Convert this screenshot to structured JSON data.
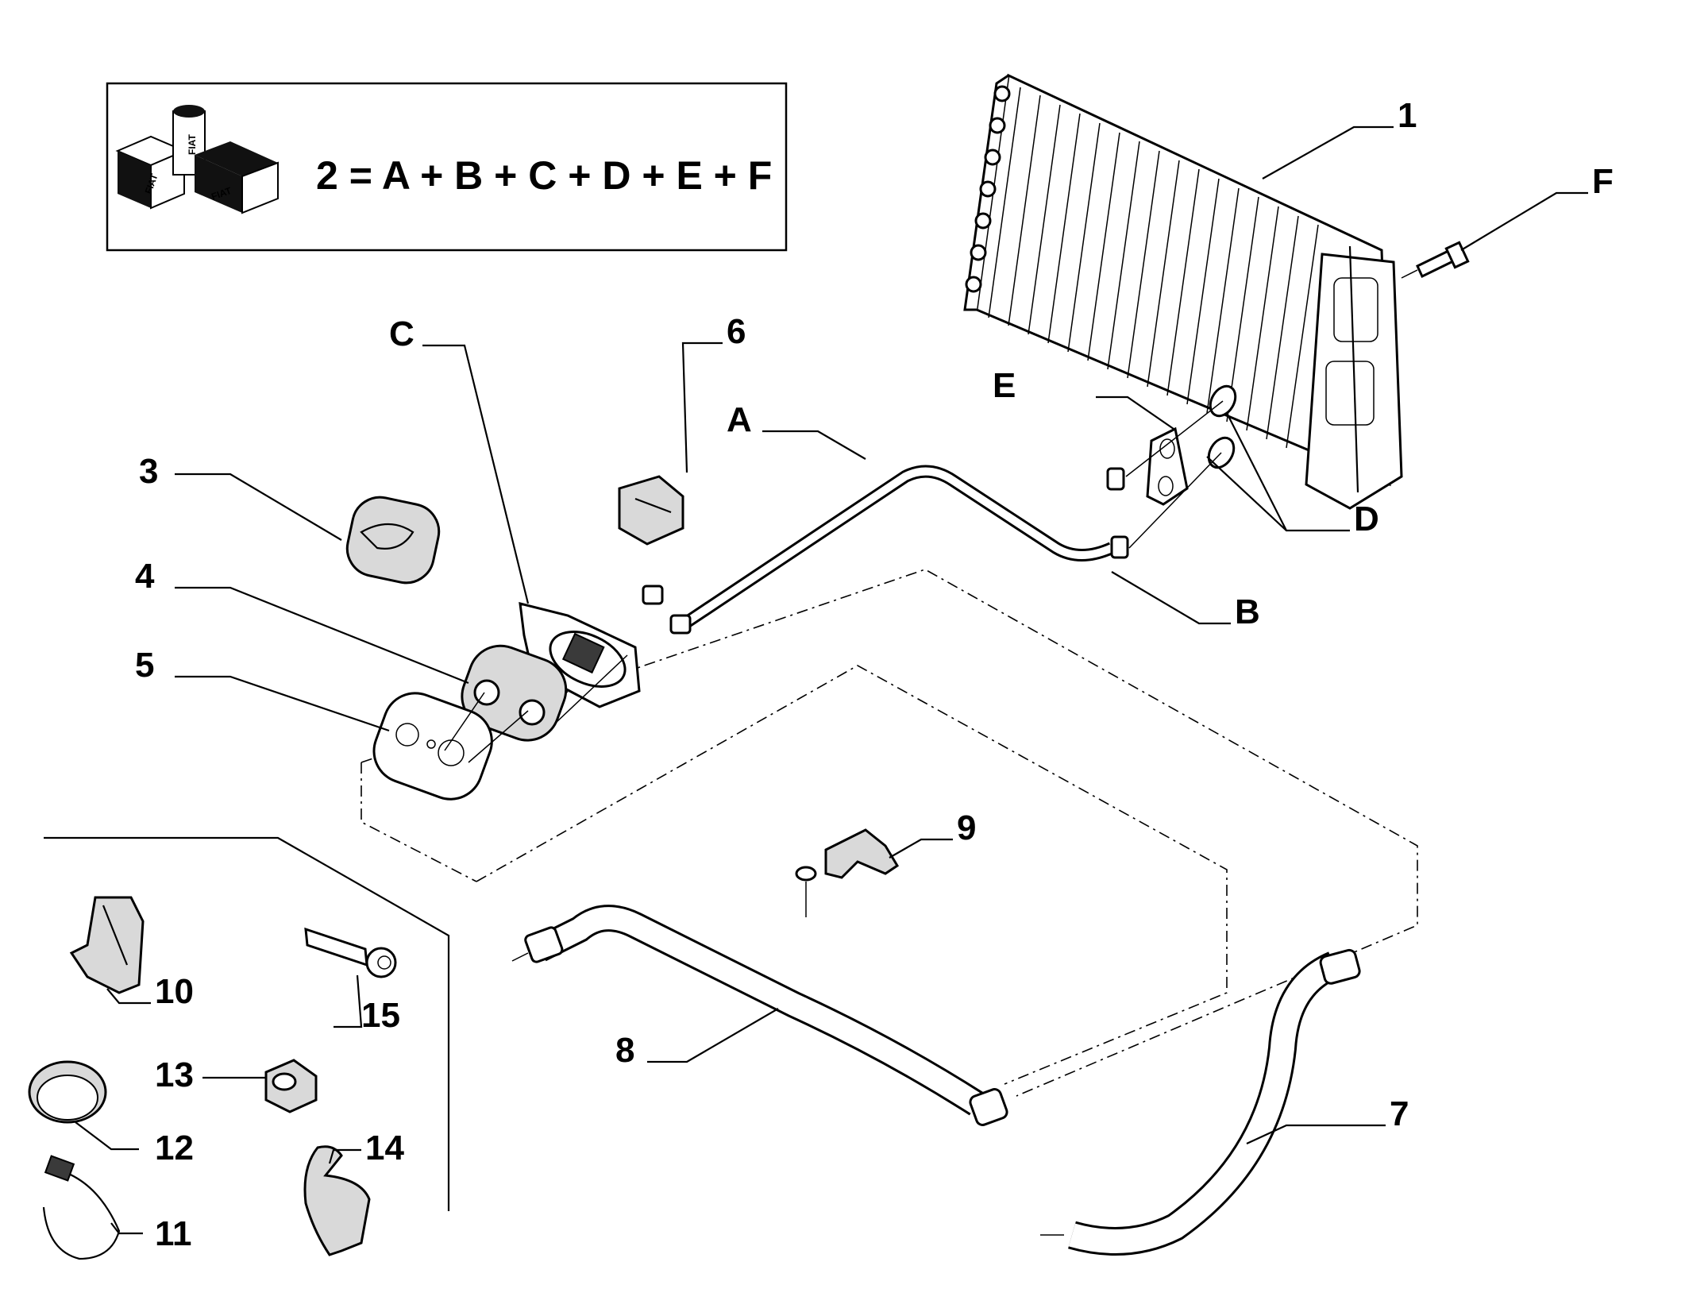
{
  "kit": {
    "formula": "2 = A + B + C + D + E + F",
    "brand_labels": [
      "FIAT",
      "FIAT",
      "FIAT"
    ]
  },
  "callouts": {
    "c1": "1",
    "c3": "3",
    "c4": "4",
    "c5": "5",
    "c6": "6",
    "c7": "7",
    "c8": "8",
    "c9": "9",
    "c10": "10",
    "c11": "11",
    "c12": "12",
    "c13": "13",
    "c14": "14",
    "c15": "15",
    "cA": "A",
    "cB": "B",
    "cC": "C",
    "cD": "D",
    "cE": "E",
    "cF": "F"
  },
  "icons": [
    "heater-core-icon",
    "screw-icon",
    "seal-ring-icon",
    "pipe-icon",
    "flange-icon",
    "gasket-icon",
    "clip-icon",
    "hose-icon",
    "bracket-icon",
    "hose-clamp-icon",
    "nut-icon",
    "kit-box-icon"
  ]
}
